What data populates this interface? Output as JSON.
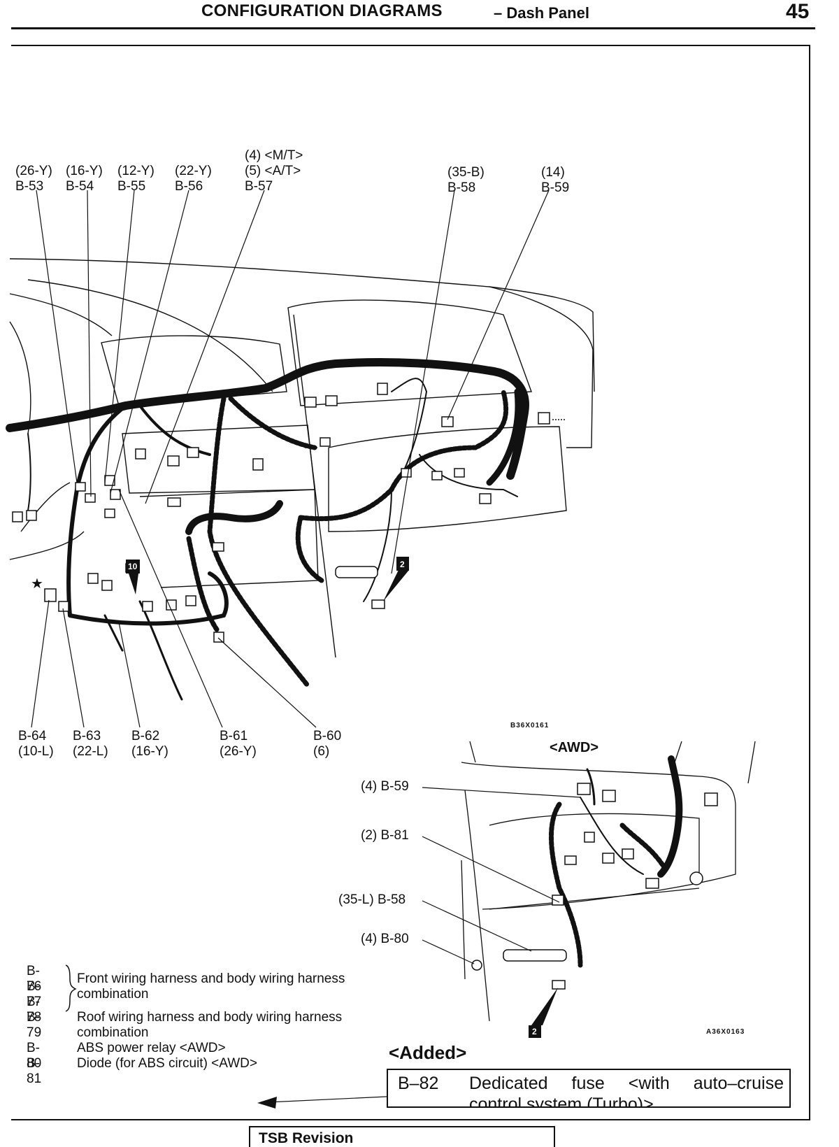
{
  "header": {
    "title": "CONFIGURATION DIAGRAMS",
    "subtitle": "– Dash Panel",
    "page_number": "45"
  },
  "top_labels": [
    {
      "spec": "(26-Y)",
      "code": "B-53"
    },
    {
      "spec": "(16-Y)",
      "code": "B-54"
    },
    {
      "spec": "(12-Y)",
      "code": "B-55"
    },
    {
      "spec": "(22-Y)",
      "code": "B-56"
    },
    {
      "spec_line1": "(4)  <M/T>",
      "spec_line2": "(5)  <A/T>",
      "code": "B-57"
    },
    {
      "spec": "(35-B)",
      "code": "B-58"
    },
    {
      "spec": "(14)",
      "code": "B-59"
    }
  ],
  "bottom_labels": [
    {
      "code": "B-64",
      "spec": "(10-L)"
    },
    {
      "code": "B-63",
      "spec": "(22-L)"
    },
    {
      "code": "B-62",
      "spec": "(16-Y)"
    },
    {
      "code": "B-61",
      "spec": "(26-Y)"
    },
    {
      "code": "B-60",
      "spec": "(6)"
    }
  ],
  "figure_ids": {
    "main": "B36X0161",
    "awd": "A36X0163"
  },
  "markers": {
    "star": "★",
    "ten": "10",
    "two": "2"
  },
  "awd": {
    "title": "<AWD>",
    "labels": [
      "(4) B-59",
      "(2) B-81",
      "(35-L) B-58",
      "(4) B-80"
    ]
  },
  "legend": [
    {
      "code": "B-76",
      "desc": ""
    },
    {
      "code": "B-77",
      "desc": "Front wiring harness and body wiring harness combination"
    },
    {
      "code": "B-78",
      "desc": ""
    },
    {
      "code": "B-79",
      "desc": "Roof wiring harness and body wiring harness combination"
    },
    {
      "code": "B-80",
      "desc": "ABS power relay <AWD>"
    },
    {
      "code": "B-81",
      "desc": "Diode (for ABS circuit) <AWD>"
    }
  ],
  "added": {
    "title": "<Added>",
    "code": "B–82",
    "desc_line1": "Dedicated fuse <with auto–cruise",
    "desc_line2": "control system (Turbo)>"
  },
  "footer": {
    "tsb": "TSB Revision"
  }
}
